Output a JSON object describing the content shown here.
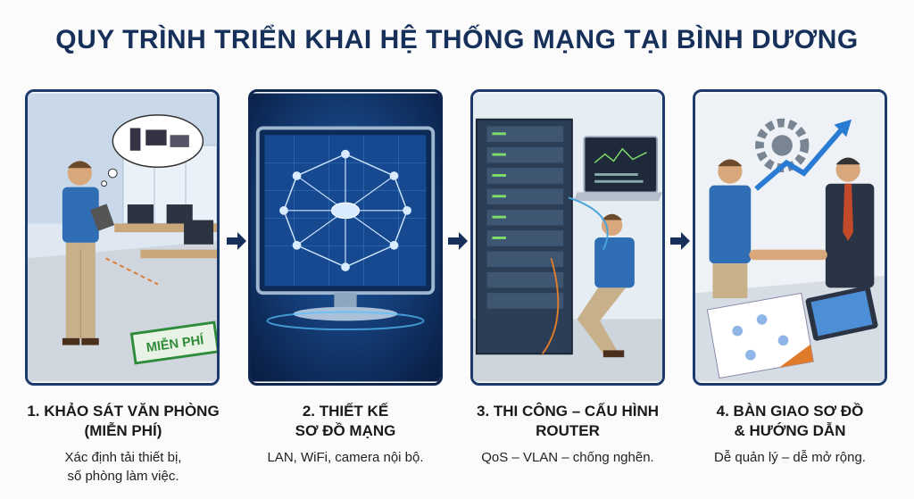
{
  "title": "QUY TRÌNH TRIỂN KHAI HỆ THỐNG MẠNG TẠI BÌNH DƯƠNG",
  "colors": {
    "navy": "#16305a",
    "border": "#1c3a6b",
    "stamp_green": "#2e8b3a",
    "shirt_blue": "#2f6db5"
  },
  "steps": [
    {
      "title_line1": "1. KHẢO SÁT VĂN PHÒNG",
      "title_line2": "(MIỄN PHÍ)",
      "desc_line1": "Xác định tải thiết bị,",
      "desc_line2": "số phòng làm việc.",
      "stamp": "MIỄN PHÍ"
    },
    {
      "title_line1": "2. THIẾT KẾ",
      "title_line2": "SƠ ĐỒ MẠNG",
      "desc_line1": "LAN, WiFi, camera nội bộ.",
      "desc_line2": ""
    },
    {
      "title_line1": "3. THI CÔNG – CẤU HÌNH",
      "title_line2": "ROUTER",
      "desc_line1": "QoS – VLAN – chống nghẽn.",
      "desc_line2": ""
    },
    {
      "title_line1": "4. BÀN GIAO SƠ ĐỒ",
      "title_line2": "& HƯỚNG DẪN",
      "desc_line1": "Dễ quản lý – dễ mở rộng.",
      "desc_line2": ""
    }
  ],
  "icons": [
    "office-survey-illustration",
    "network-diagram-monitor-illustration",
    "server-rack-technician-illustration",
    "handshake-handover-illustration",
    "arrow-right-icon"
  ]
}
